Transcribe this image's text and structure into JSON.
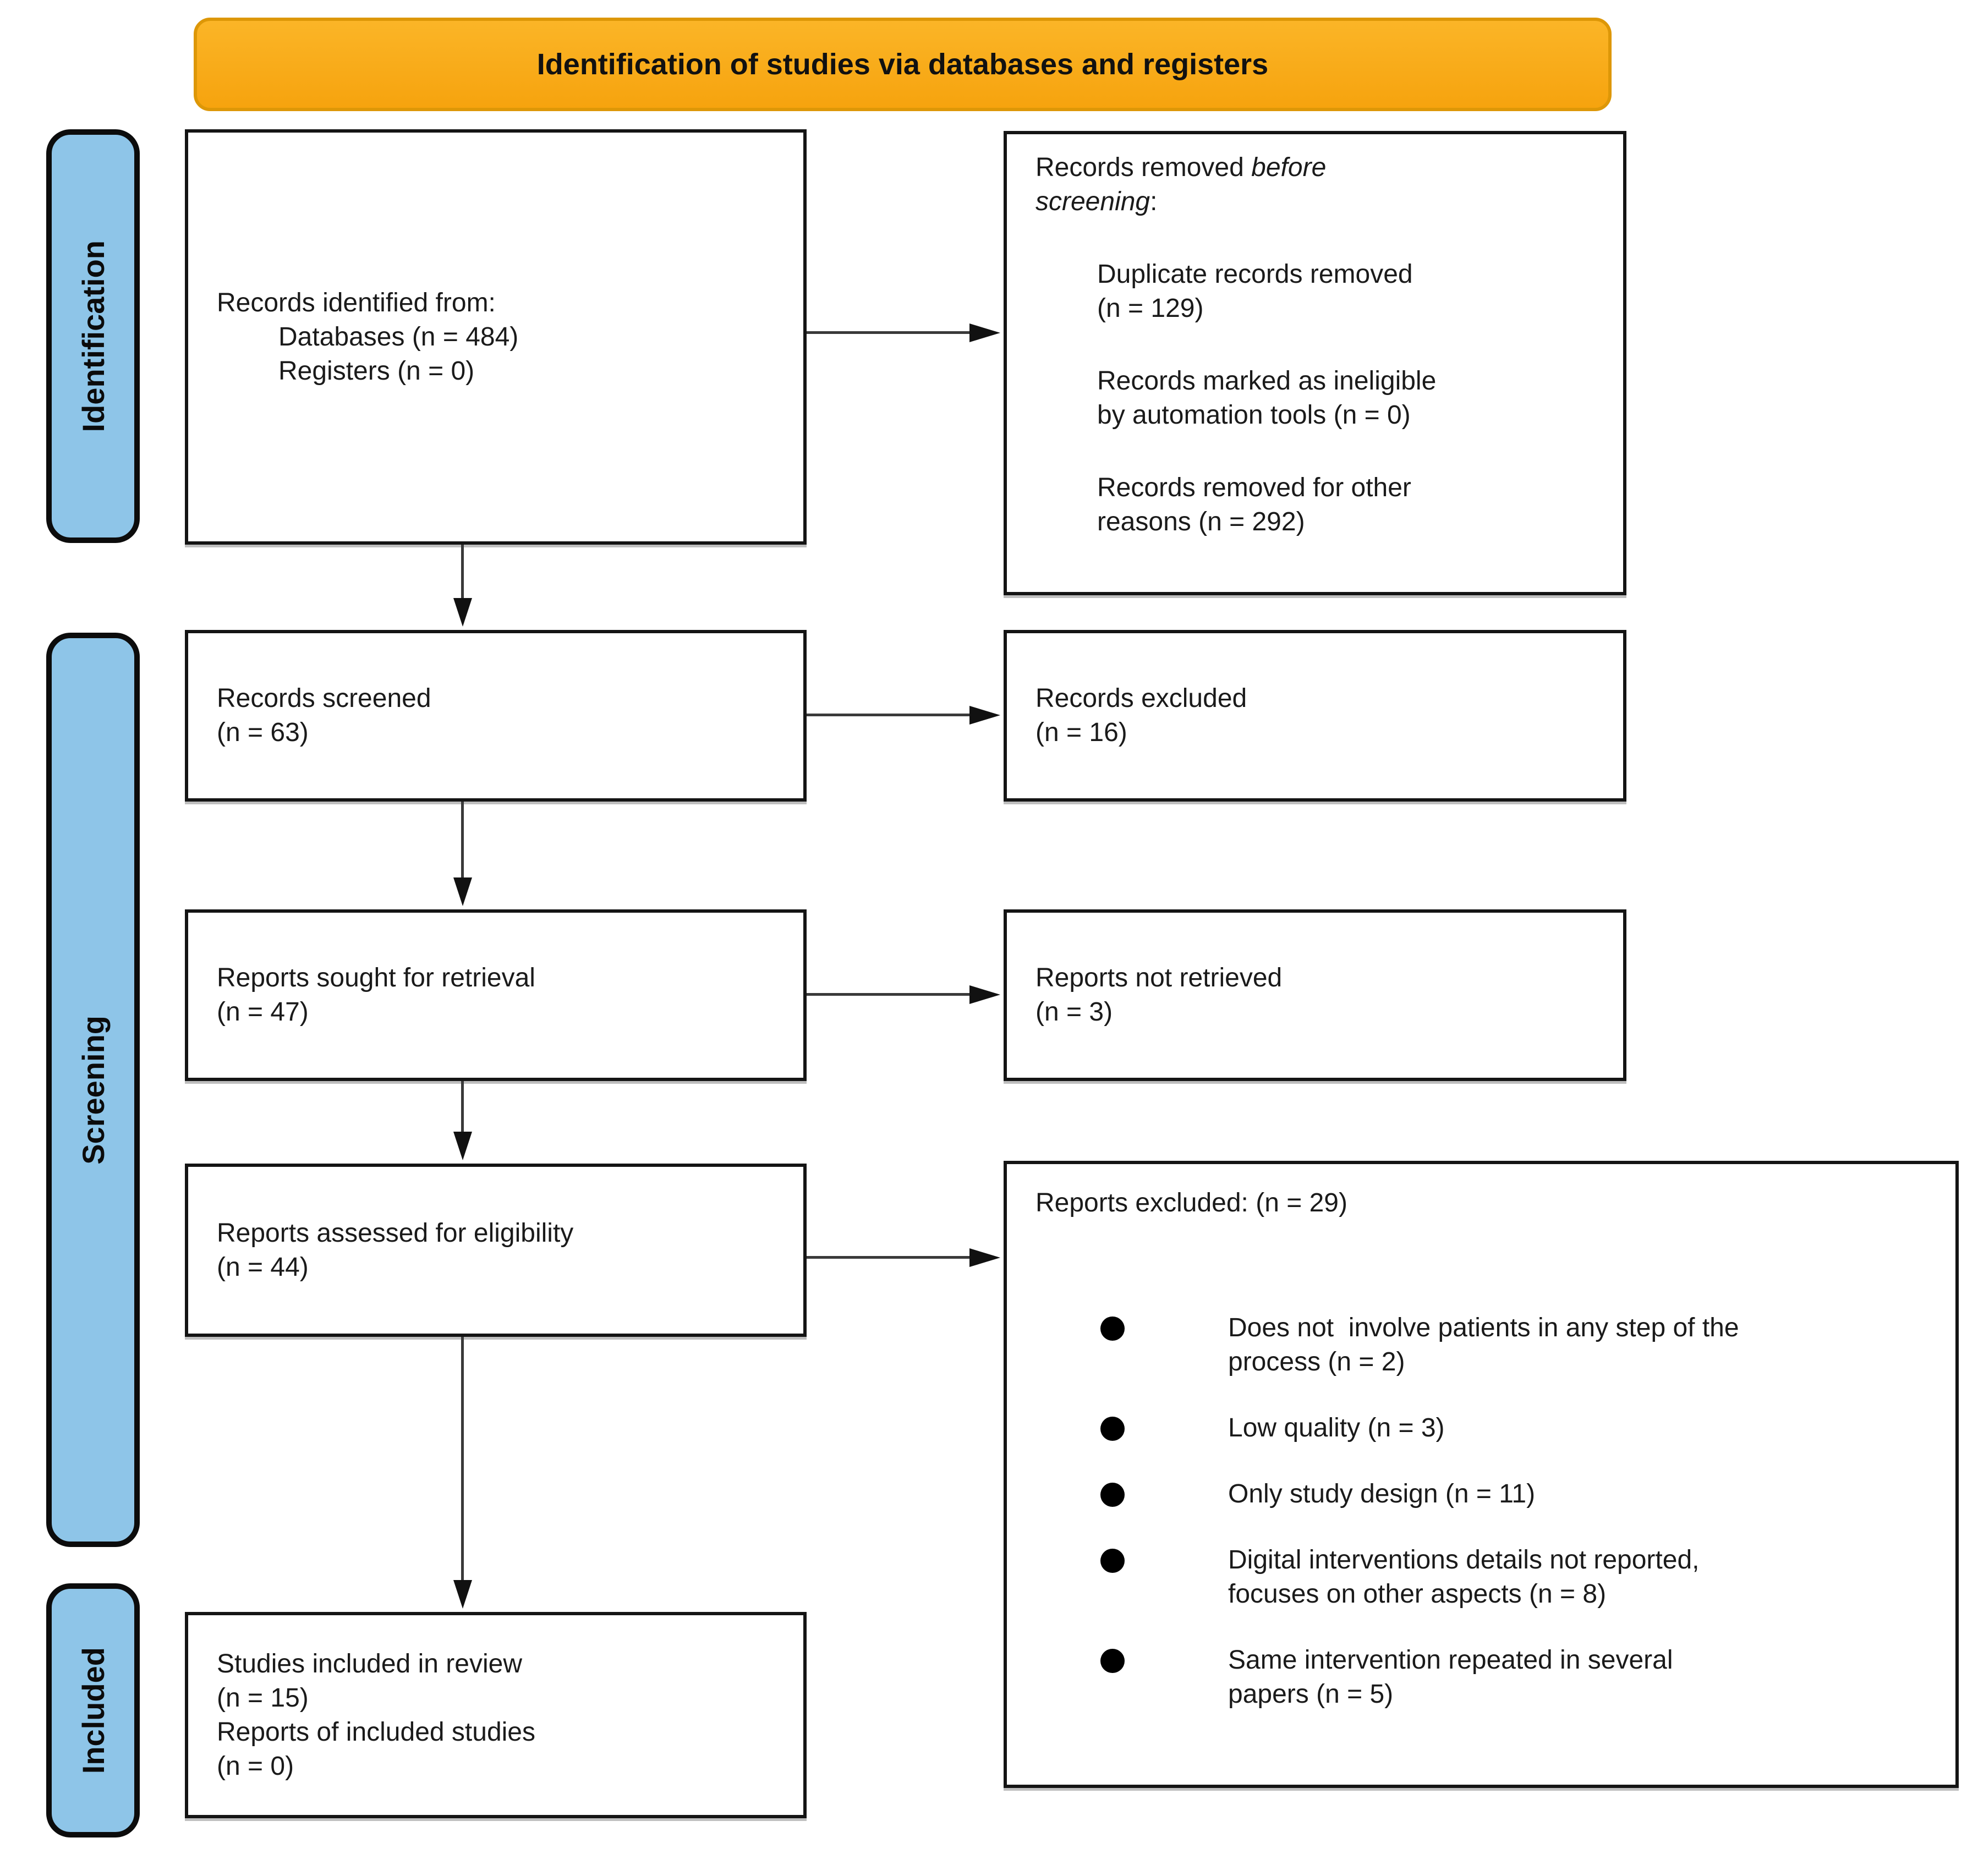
{
  "figure": {
    "title": "Identification of studies via databases and registers"
  },
  "colors": {
    "banner_fill": "#F8A81D",
    "banner_border": "#DD9707",
    "stage_fill": "#8EC5E8",
    "box_border": "#141414",
    "connector": "#3A3A3A"
  },
  "stages": [
    {
      "label": "Identification"
    },
    {
      "label": "Screening"
    },
    {
      "label": "Included"
    }
  ],
  "boxes": {
    "records_identified": {
      "lines": [
        "Records identified from:",
        "Databases (n = 484)",
        "Registers (n = 0)"
      ]
    },
    "records_removed": {
      "title_plain": "Records removed ",
      "title_italic_1": "before",
      "title_italic_2": "screening",
      "title_suffix": ":",
      "items": [
        {
          "lines": [
            "Duplicate records removed",
            "(n = 129)"
          ]
        },
        {
          "lines": [
            "Records marked as ineligible",
            "by automation tools (n = 0)"
          ]
        },
        {
          "lines": [
            "Records removed for other",
            "reasons (n = 292)"
          ]
        }
      ]
    },
    "records_screened": {
      "lines": [
        "Records screened",
        "(n = 63)"
      ]
    },
    "records_excluded": {
      "lines": [
        "Records excluded",
        "(n = 16)"
      ]
    },
    "reports_sought": {
      "lines": [
        "Reports sought for retrieval",
        "(n = 47)"
      ]
    },
    "reports_not_retrieved": {
      "lines": [
        "Reports not retrieved",
        "(n = 3)"
      ]
    },
    "reports_assessed": {
      "lines": [
        "Reports assessed for eligibility",
        "(n = 44)"
      ]
    },
    "reports_excluded": {
      "header": "Reports excluded: (n = 29)",
      "bullets": [
        {
          "lines": [
            "Does not  involve patients in any step of the",
            "process (n = 2)"
          ]
        },
        {
          "lines": [
            "Low quality (n = 3)"
          ]
        },
        {
          "lines": [
            "Only study design (n = 11)"
          ]
        },
        {
          "lines": [
            "Digital interventions details not reported,",
            "focuses on other aspects (n = 8)"
          ]
        },
        {
          "lines": [
            "Same intervention repeated in several",
            "papers (n = 5)"
          ]
        }
      ]
    },
    "studies_included": {
      "lines": [
        "Studies included in review",
        "(n = 15)",
        "Reports of included studies",
        "(n = 0)"
      ]
    }
  }
}
